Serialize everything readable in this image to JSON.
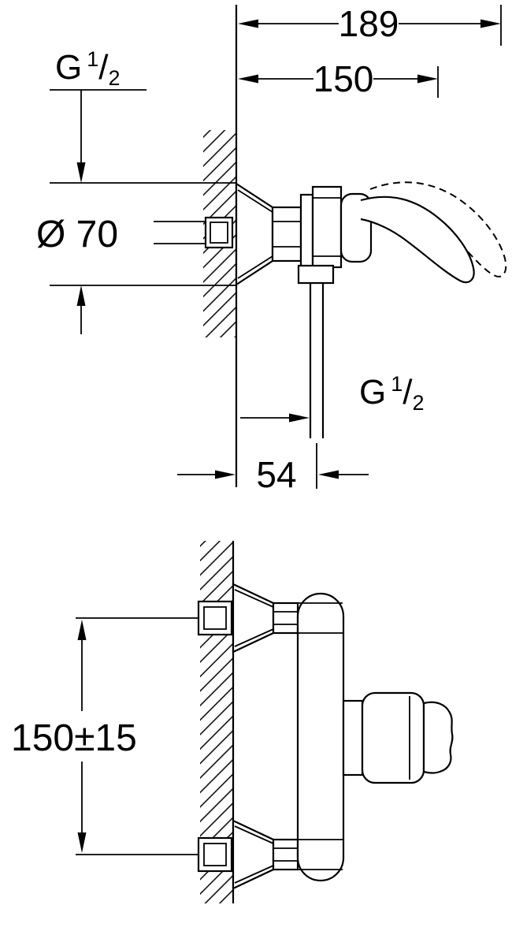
{
  "page": {
    "background_color": "#ffffff",
    "line_color": "#000000",
    "content": "faucet installation dimensional drawing, side view and front view"
  },
  "drawing": {
    "dimensions": {
      "total_depth": "189",
      "wall_to_handle": "150",
      "escutcheon_diameter": "Ø 70",
      "wall_to_outlet_center": "54",
      "supply_center_spacing": "150±15"
    },
    "thread_label": {
      "prefix": "G",
      "numerator": "1",
      "slash": "/",
      "denominator": "2"
    }
  }
}
